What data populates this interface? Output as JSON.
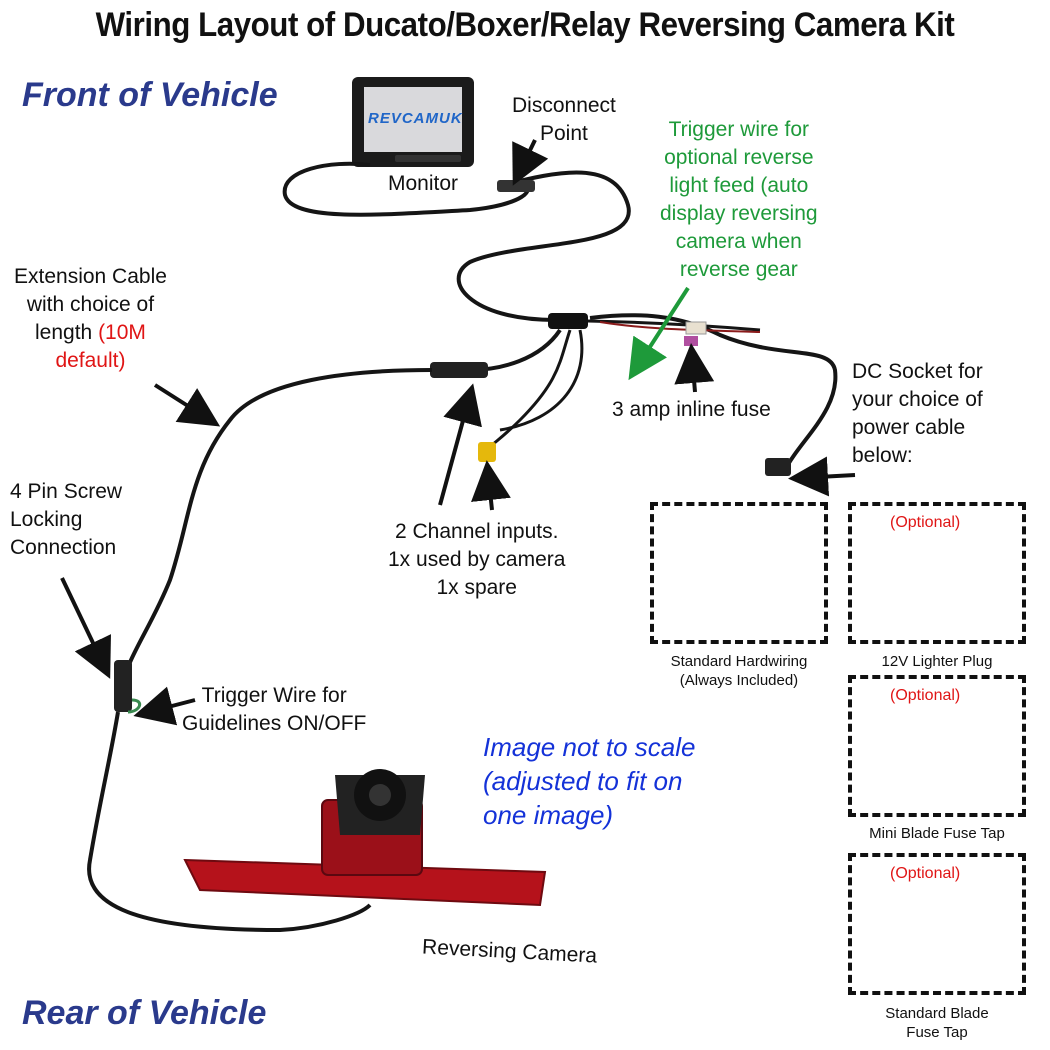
{
  "title": "Wiring Layout of Ducato/Boxer/Relay Reversing Camera Kit",
  "front_label": "Front of Vehicle",
  "rear_label": "Rear of Vehicle",
  "monitor": {
    "brand": "REVCAMUK",
    "label": "Monitor"
  },
  "labels": {
    "disconnect_line1": "Disconnect",
    "disconnect_line2": "Point",
    "trigger_reverse": [
      "Trigger wire for",
      "optional reverse",
      "light feed (auto",
      "display reversing",
      "camera when",
      "reverse gear"
    ],
    "extension_line1": "Extension Cable",
    "extension_line2": "with choice of",
    "extension_line3_a": "length ",
    "extension_line3_b": "(10M",
    "extension_line4": "default)",
    "fuse": "3 amp inline fuse",
    "dc_socket": [
      "DC Socket for",
      "your choice of",
      "power cable",
      "below:"
    ],
    "pin_screw": [
      "4 Pin Screw",
      "Locking",
      "Connection"
    ],
    "channels": [
      "2 Channel inputs.",
      "1x used by camera",
      "1x spare"
    ],
    "trigger_guidelines": [
      "Trigger Wire for",
      "Guidelines ON/OFF"
    ],
    "not_to_scale": [
      "Image not to scale",
      "(adjusted to fit on",
      "one image)"
    ],
    "reversing_camera": "Reversing Camera"
  },
  "power_options": {
    "hardwiring": {
      "caption1": "Standard Hardwiring",
      "caption2": "(Always Included)"
    },
    "lighter": {
      "optional": "(Optional)",
      "caption": "12V Lighter Plug"
    },
    "mini_blade": {
      "optional": "(Optional)",
      "caption": "Mini Blade Fuse Tap"
    },
    "standard_blade": {
      "optional": "(Optional)",
      "caption1": "Standard Blade",
      "caption2": "Fuse Tap"
    }
  },
  "colors": {
    "front_rear": "#2a3a8c",
    "trigger_text": "#1e9a3a",
    "highlight_red": "#e01515",
    "note_blue": "#1432d8",
    "camera_red": "#b5121b"
  }
}
